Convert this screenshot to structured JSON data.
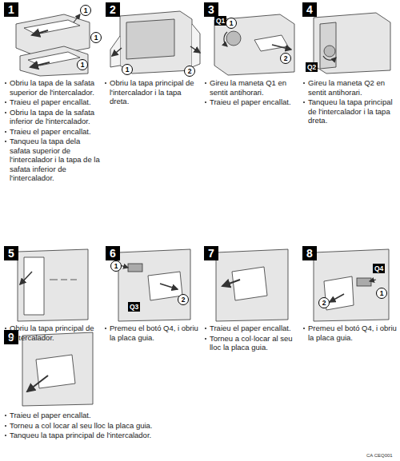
{
  "diagram": {
    "nodes": [
      {
        "text": [
          "1"
        ]
      },
      {
        "text": [
          "2"
        ]
      },
      {
        "text": [
          "3"
        ]
      },
      {
        "text": [
          "4"
        ]
      },
      {
        "text": [
          "5"
        ]
      },
      {
        "text": [
          "6"
        ]
      },
      {
        "text": [
          "7"
        ]
      },
      {
        "text": [
          "8"
        ]
      },
      {
        "text": [
          "9"
        ]
      }
    ],
    "labels": [
      "1",
      "1",
      "1",
      "Obriu la tapa de la safata superior de l'intercalador.",
      "Traieu el paper encallat.",
      "Obriu la tapa de la safata inferior de l'intercalador.",
      "Traieu el paper encallat.",
      "Tanqueu la tapa dela safata superior de l'intercalador i la tapa de la safata inferior de l'intercalador.",
      "1",
      "2",
      "Obriu la tapa principal de l'intercalador i la tapa dreta.",
      "Q1",
      "1",
      "2",
      "Gireu la maneta Q1 en sentit antihorari.",
      "Traieu el paper encallat.",
      "Q2",
      "Gireu la maneta Q2 en sentit antihorari.",
      "Tanqueu la tapa principal de l'intercalador i la tapa dreta.",
      "Obriu la tapa principal de l'intercalador.",
      "1",
      "2",
      "Q3",
      "Premeu el botó Q4, i obriu la placa guia.",
      "Traieu el paper encallat.",
      "Torneu a col·locar al seu lloc la placa guia.",
      "Q4",
      "2",
      "1",
      "Premeu el botó Q4, i obriu la placa guia.",
      "Traieu el paper encallat.",
      "Torneu a col locar al seu lloc la placa guia.",
      "Tanqueu la tapa principal de l'intercalador.",
      "CA CEQ001"
    ]
  }
}
